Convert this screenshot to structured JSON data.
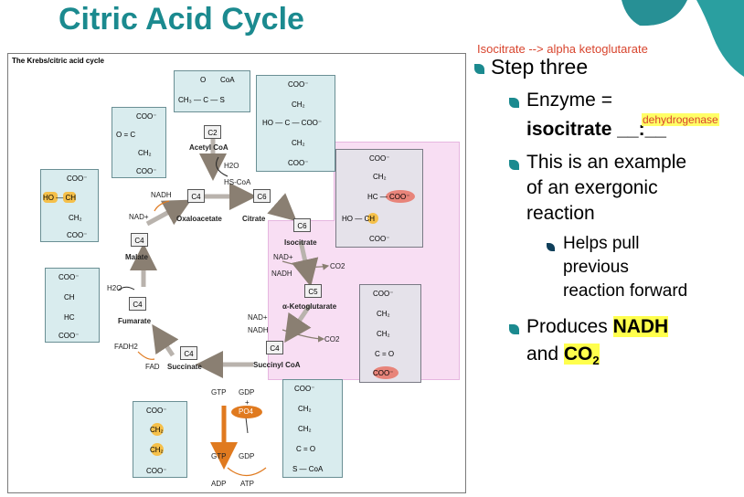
{
  "title": "Citric Acid Cycle",
  "annotation": "Isocitrate --> alpha ketoglutarate",
  "figure": {
    "title": "The Krebs/citric acid cycle",
    "nodes": {
      "acetyl_coa": "C2",
      "oxaloacetate": "C4",
      "citrate": "C6",
      "isocitrate": "C6",
      "akg": "C5",
      "succinyl_coa": "C4",
      "succinate": "C4",
      "fumarate": "C4",
      "malate": "C4"
    },
    "labels": {
      "acetyl_coa": "Acetyl CoA",
      "oxaloacetate": "Oxaloacetate",
      "citrate": "Citrate",
      "isocitrate": "Isocitrate",
      "akg": "α-Ketoglutarate",
      "succinyl_coa": "Succinyl CoA",
      "succinate": "Succinate",
      "fumarate": "Fumarate",
      "malate": "Malate",
      "h2o_top": "H2O",
      "hscoa": "HS-CoA",
      "nadh_top": "NADH",
      "nad_top": "NAD+",
      "nad_iso": "NAD+",
      "nadh_iso": "NADH",
      "co2_iso": "CO2",
      "nad_akg": "NAD+",
      "nadh_akg": "NADH",
      "co2_akg": "CO2",
      "fadh2": "FADH2",
      "fad": "FAD",
      "h2o_fum": "H2O",
      "gtp": "GTP",
      "gdp": "GDP",
      "plus": "+",
      "po4": "PO4",
      "gtp2": "GTP",
      "gdp2": "GDP",
      "adp": "ADP",
      "atp": "ATP"
    }
  },
  "slide": {
    "step": "Step three",
    "enzyme_prefix": "Enzyme =",
    "enzyme_word": "isocitrate",
    "enzyme_blanks": "__:__",
    "enzyme_fill": "dehydrogenase",
    "example_line1": "This is an example",
    "example_line2": "of an exergonic",
    "example_line3": "reaction",
    "helps_line1": "Helps pull",
    "helps_line2": "previous",
    "helps_line3": "reaction forward",
    "produces_prefix": "Produces",
    "produces_nadh": "NADH",
    "and_word": "and",
    "co2": "CO",
    "co2_sub": "2"
  },
  "colors": {
    "title": "#1b8a8f",
    "annotation": "#d8442d",
    "highlight": "#ffff4d",
    "bullet": "#1b8a8f",
    "molecule_fill": "#d9ecee",
    "highlight_box": "#f6d8f2",
    "arrow": "#e07a1f"
  }
}
